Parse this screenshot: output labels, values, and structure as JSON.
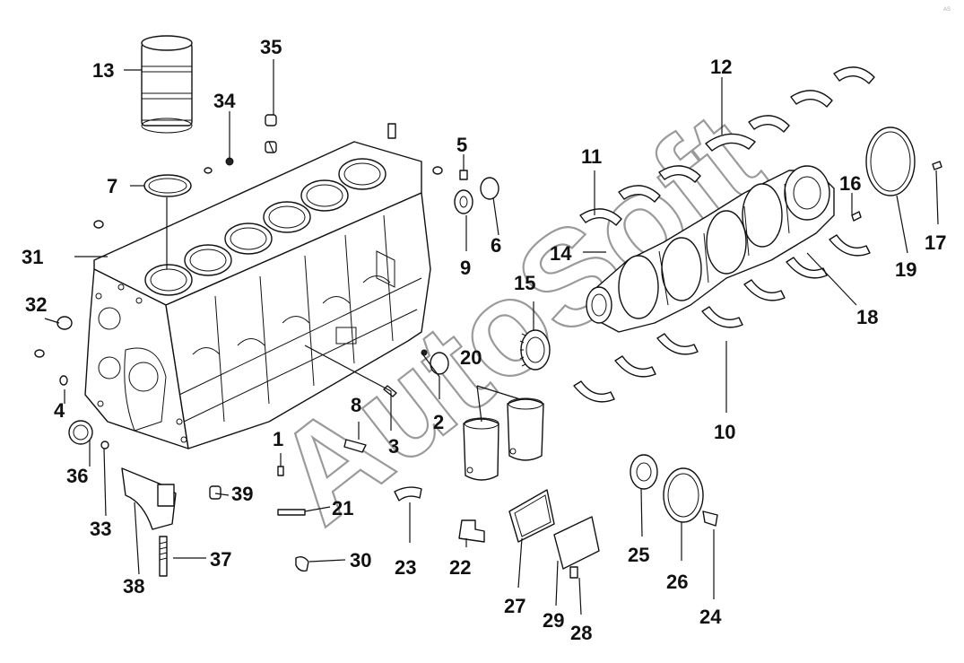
{
  "diagram": {
    "callouts": [
      "1",
      "2",
      "3",
      "4",
      "5",
      "6",
      "7",
      "8",
      "9",
      "10",
      "11",
      "12",
      "13",
      "14",
      "15",
      "16",
      "17",
      "18",
      "19",
      "20",
      "21",
      "22",
      "23",
      "24",
      "25",
      "26",
      "27",
      "28",
      "29",
      "30",
      "31",
      "32",
      "33",
      "34",
      "35",
      "36",
      "37",
      "38",
      "39"
    ],
    "watermark": "AutoSoft",
    "corner_mark": "AS"
  }
}
